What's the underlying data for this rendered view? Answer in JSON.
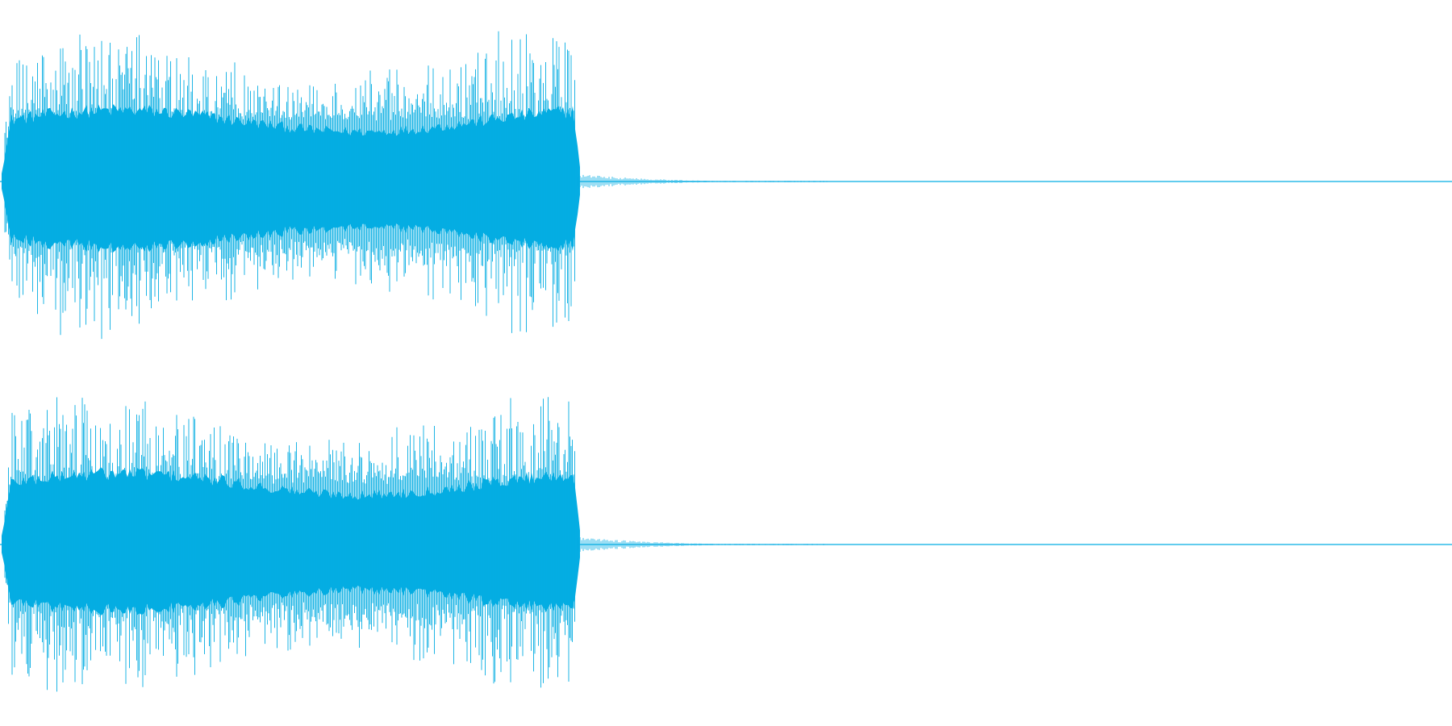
{
  "waveform": {
    "color": "#05ADE3",
    "background": "#FFFFFF",
    "channel_count": 2,
    "sound_active_fraction": 0.395,
    "decay_tail_end_fraction": 0.57,
    "channels": [
      {
        "name": "",
        "peak_amplitude": 0.95,
        "body_amplitude": 0.42
      },
      {
        "name": "",
        "peak_amplitude": 0.95,
        "body_amplitude": 0.42
      }
    ]
  }
}
